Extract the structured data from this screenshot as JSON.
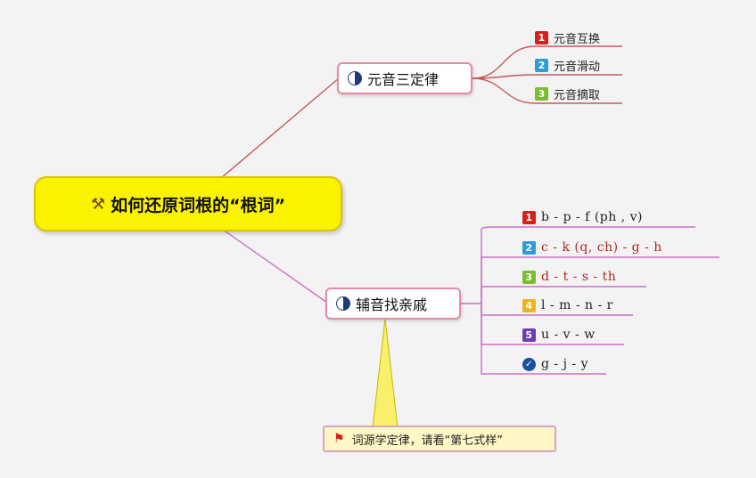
{
  "root": {
    "label": "如何还原词根的“根词”"
  },
  "vowel_branch": {
    "label": "元音三定律",
    "items": [
      {
        "badge": "1",
        "color": "#d8201a",
        "label": "元音互换"
      },
      {
        "badge": "2",
        "color": "#2e9cd8",
        "label": "元音滑动"
      },
      {
        "badge": "3",
        "color": "#7bbd2f",
        "label": "元音摘取"
      }
    ]
  },
  "consonant_branch": {
    "label": "辅音找亲戚",
    "items": [
      {
        "badge": "1",
        "color": "#d8201a",
        "label": "b - p - f (ph , v)"
      },
      {
        "badge": "2",
        "color": "#2e9cd8",
        "label": "c - k (q, ch) - g - h"
      },
      {
        "badge": "3",
        "color": "#7bbd2f",
        "label": "d - t - s - th"
      },
      {
        "badge": "4",
        "color": "#f0b31c",
        "label": "l - m - n - r"
      },
      {
        "badge": "5",
        "color": "#6a3fb0",
        "label": "u - v - w"
      },
      {
        "badge": "✓",
        "color": "#1a4fa0",
        "label": "g - j - y"
      }
    ]
  },
  "note": {
    "label": "词源学定律，请看“第七式样”"
  },
  "colors": {
    "top_line": "#c9585a",
    "bottom_line": "#cc6ec8",
    "callout_fill": "#f8ef6a",
    "callout_stroke": "#c9b800"
  }
}
